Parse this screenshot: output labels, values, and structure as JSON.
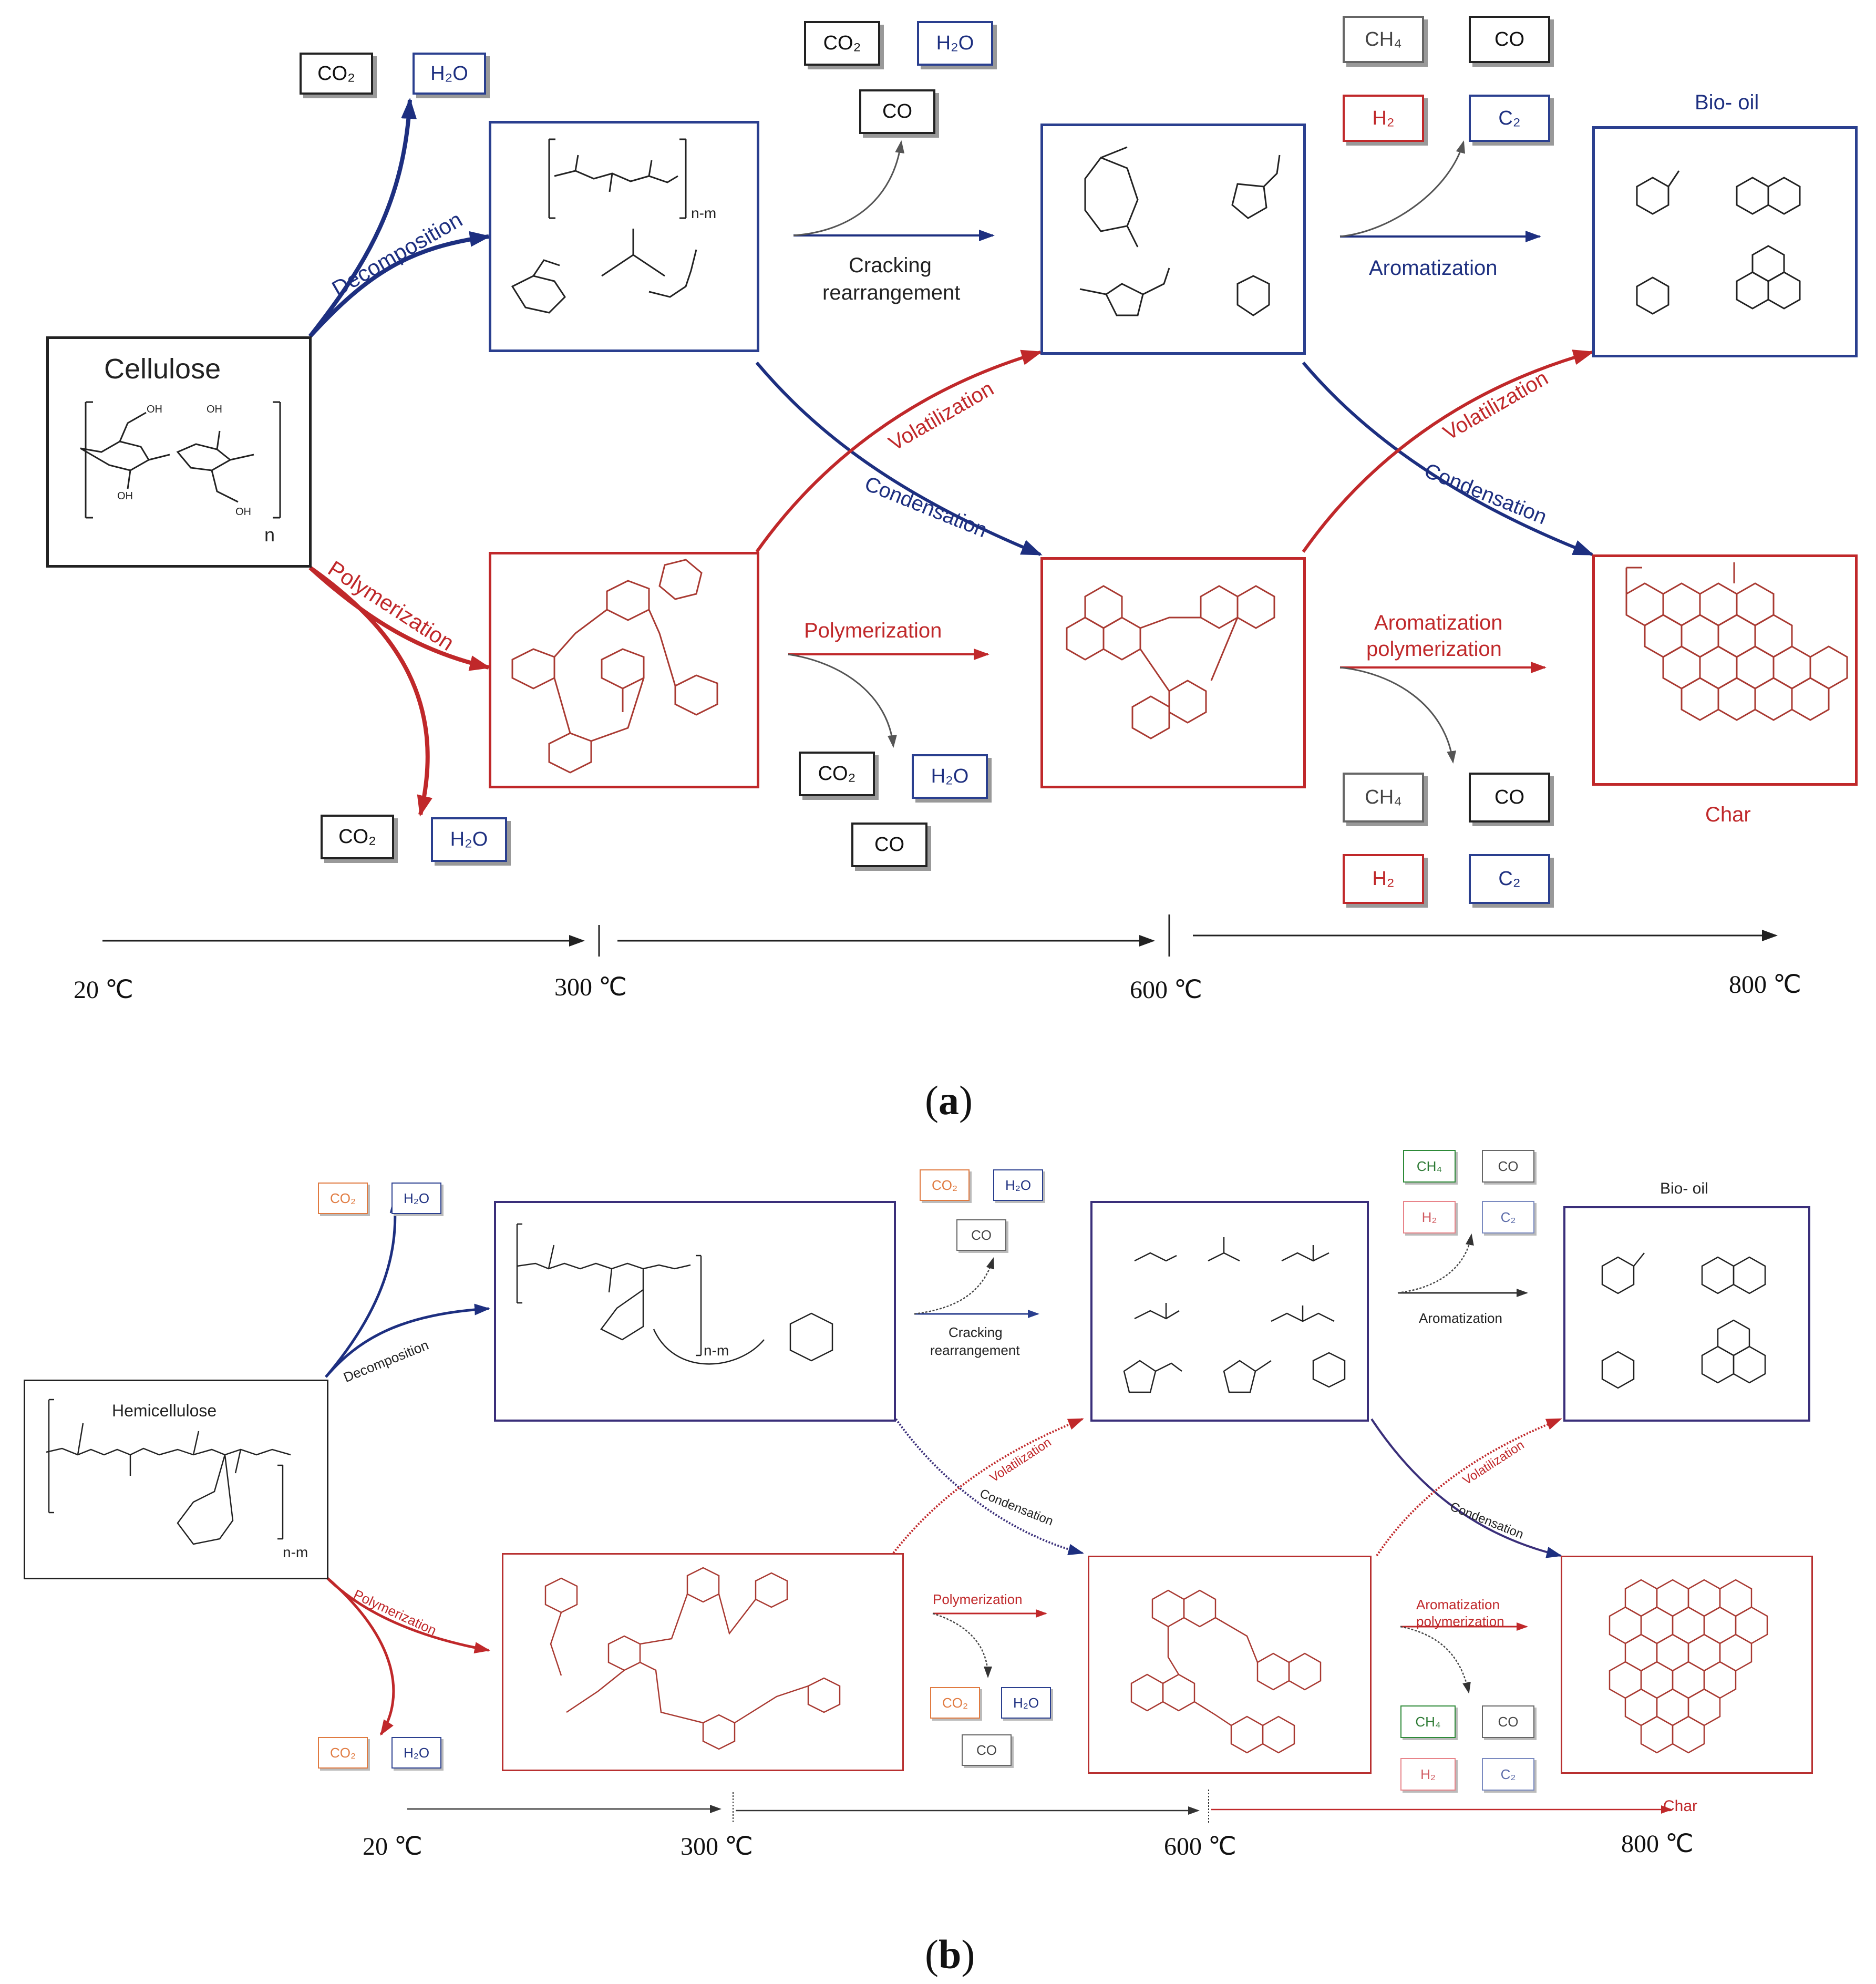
{
  "panel_a": {
    "label": "a",
    "source_title": "Cellulose",
    "bio_oil_title": "Bio- oil",
    "char_title": "Char",
    "edges": {
      "decomposition": "Decomposition",
      "polymerization_diag": "Polymerization",
      "cracking_line1": "Cracking",
      "cracking_line2": "rearrangement",
      "polymerization_mid": "Polymerization",
      "volatilization_1": "Volatilization",
      "condensation_1": "Condensation",
      "aromatization": "Aromatization",
      "arom_poly_line1": "Aromatization",
      "arom_poly_line2": "polymerization",
      "volatilization_2": "Volatilization",
      "condensation_2": "Condensation"
    },
    "structure_labels": {
      "n": "n",
      "n_m": "n-m"
    },
    "gases": {
      "dec_co2": "CO₂",
      "dec_h2o": "H₂O",
      "poly_co2": "CO₂",
      "poly_h2o": "H₂O",
      "crack_co2": "CO₂",
      "crack_h2o": "H₂O",
      "crack_co": "CO",
      "pm_co2": "CO₂",
      "pm_h2o": "H₂O",
      "pm_co": "CO",
      "ar_ch4": "CH₄",
      "ar_co": "CO",
      "ar_h2": "H₂",
      "ar_c2": "C₂",
      "ap_ch4": "CH₄",
      "ap_co": "CO",
      "ap_h2": "H₂",
      "ap_c2": "C₂"
    },
    "temperatures": [
      "20 ℃",
      "300 ℃",
      "600 ℃",
      "800 ℃"
    ]
  },
  "panel_b": {
    "label": "b",
    "source_title": "Hemicellulose",
    "bio_oil_title": "Bio- oil",
    "char_title": "Char",
    "edges": {
      "decomposition": "Decomposition",
      "polymerization_diag": "Polymerization",
      "cracking_line1": "Cracking",
      "cracking_line2": "rearrangement",
      "polymerization_mid": "Polymerization",
      "volatilization_1": "Volatilization",
      "condensation_1": "Condensation",
      "aromatization": "Aromatization",
      "arom_poly_line1": "Aromatization",
      "arom_poly_line2": "polymerization",
      "volatilization_2": "Volatilization",
      "condensation_2": "Condensation"
    },
    "structure_labels": {
      "n_m_1": "n-m",
      "n_m_2": "n-m"
    },
    "gases": {
      "dec_co2": "CO₂",
      "dec_h2o": "H₂O",
      "poly_co2": "CO₂",
      "poly_h2o": "H₂O",
      "crack_co2": "CO₂",
      "crack_h2o": "H₂O",
      "crack_co": "CO",
      "pm_co2": "CO₂",
      "pm_h2o": "H₂O",
      "pm_co": "CO",
      "ar_ch4": "CH₄",
      "ar_co": "CO",
      "ar_h2": "H₂",
      "ar_c2": "C₂",
      "ap_ch4": "CH₄",
      "ap_co": "CO",
      "ap_h2": "H₂",
      "ap_c2": "C₂"
    },
    "temperatures": [
      "20 ℃",
      "300 ℃",
      "600 ℃",
      "800 ℃"
    ]
  },
  "colors": {
    "blue": "#2a3f8f",
    "red": "#c0282a",
    "black": "#222222"
  }
}
